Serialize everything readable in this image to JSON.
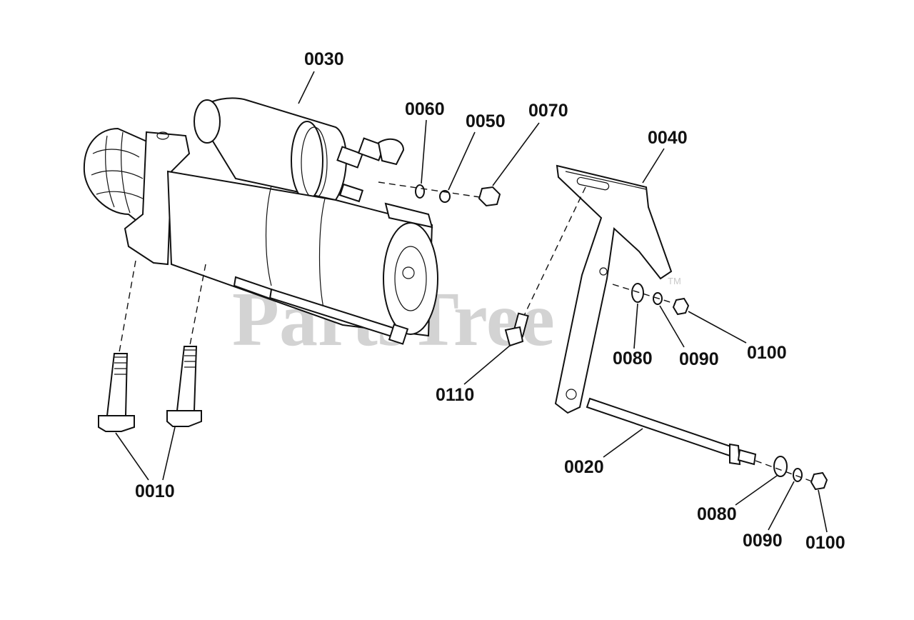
{
  "watermark": {
    "text": "PartsTree",
    "trademark": "TM"
  },
  "callouts": {
    "c0030": "0030",
    "c0060": "0060",
    "c0050": "0050",
    "c0070": "0070",
    "c0040": "0040",
    "c0080a": "0080",
    "c0090a": "0090",
    "c0100a": "0100",
    "c0110": "0110",
    "c0010": "0010",
    "c0020": "0020",
    "c0080b": "0080",
    "c0090b": "0090",
    "c0100b": "0100"
  },
  "parts": {
    "p0010": "bolt",
    "p0020": "bolt",
    "p0030": "starter-motor",
    "p0040": "bracket",
    "p0050": "lock-washer",
    "p0060": "washer",
    "p0070": "nut",
    "p0080": "washer",
    "p0090": "lock-washer",
    "p0100": "nut",
    "p0110": "bolt"
  }
}
